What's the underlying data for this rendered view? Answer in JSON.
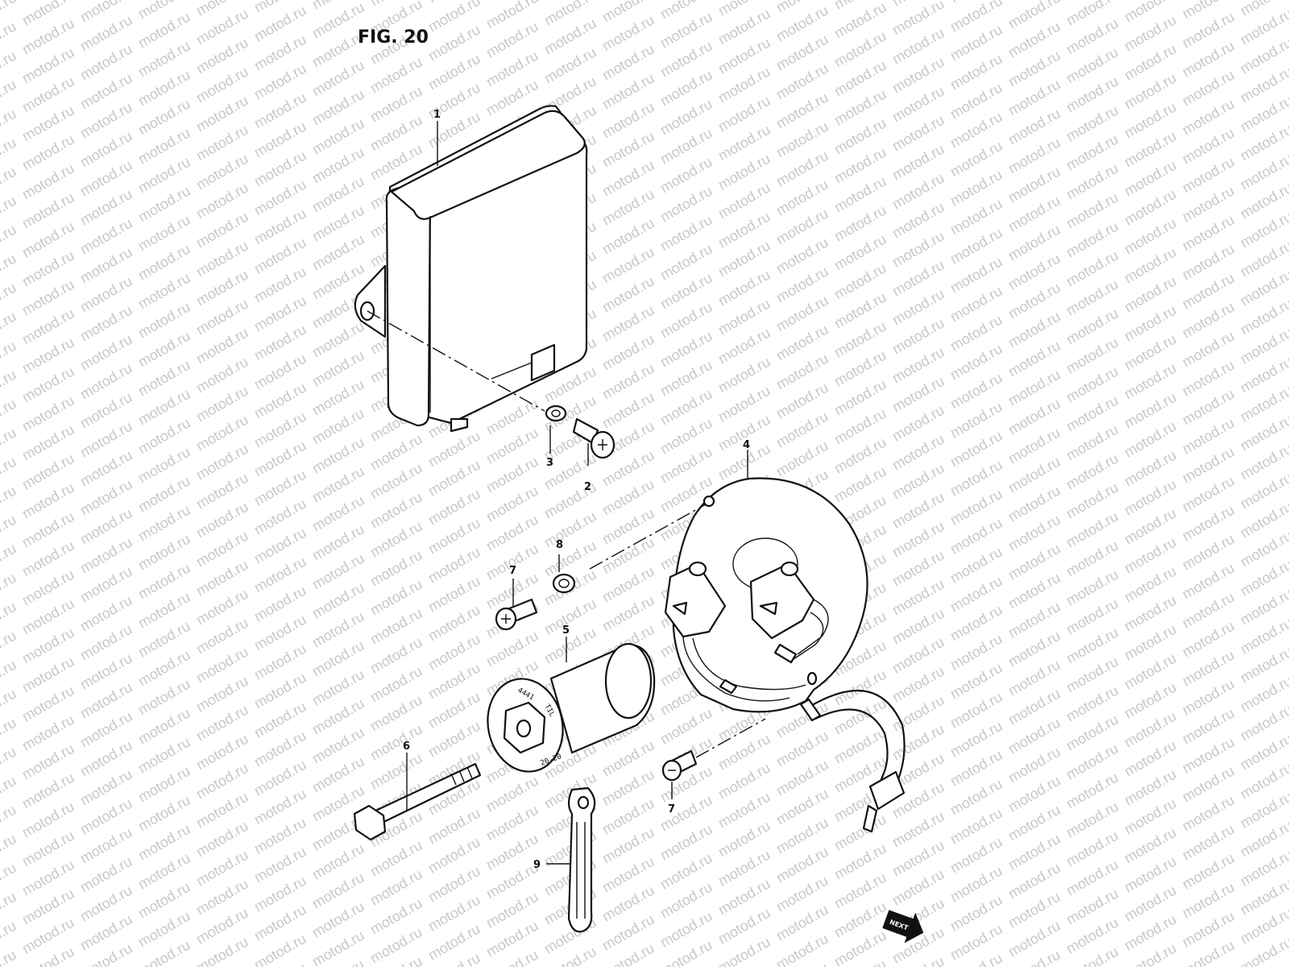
{
  "figure": {
    "title": "FIG. 20",
    "watermark_text": "motod.ru"
  },
  "callouts": [
    {
      "id": "c1",
      "label": "1"
    },
    {
      "id": "c2",
      "label": "2"
    },
    {
      "id": "c3",
      "label": "3"
    },
    {
      "id": "c4",
      "label": "4"
    },
    {
      "id": "c5",
      "label": "5"
    },
    {
      "id": "c6",
      "label": "6"
    },
    {
      "id": "c7a",
      "label": "7"
    },
    {
      "id": "c7b",
      "label": "7"
    },
    {
      "id": "c8",
      "label": "8"
    },
    {
      "id": "c9",
      "label": "9"
    }
  ],
  "parts": {
    "capacitor_markings": {
      "line1": "4441",
      "line2": "TIL",
      "line3": "20-20"
    },
    "next_page_arrow_text": "NEXT"
  },
  "colors": {
    "ink": "#111111",
    "watermark": "#c8c8c8",
    "background": "#ffffff"
  }
}
